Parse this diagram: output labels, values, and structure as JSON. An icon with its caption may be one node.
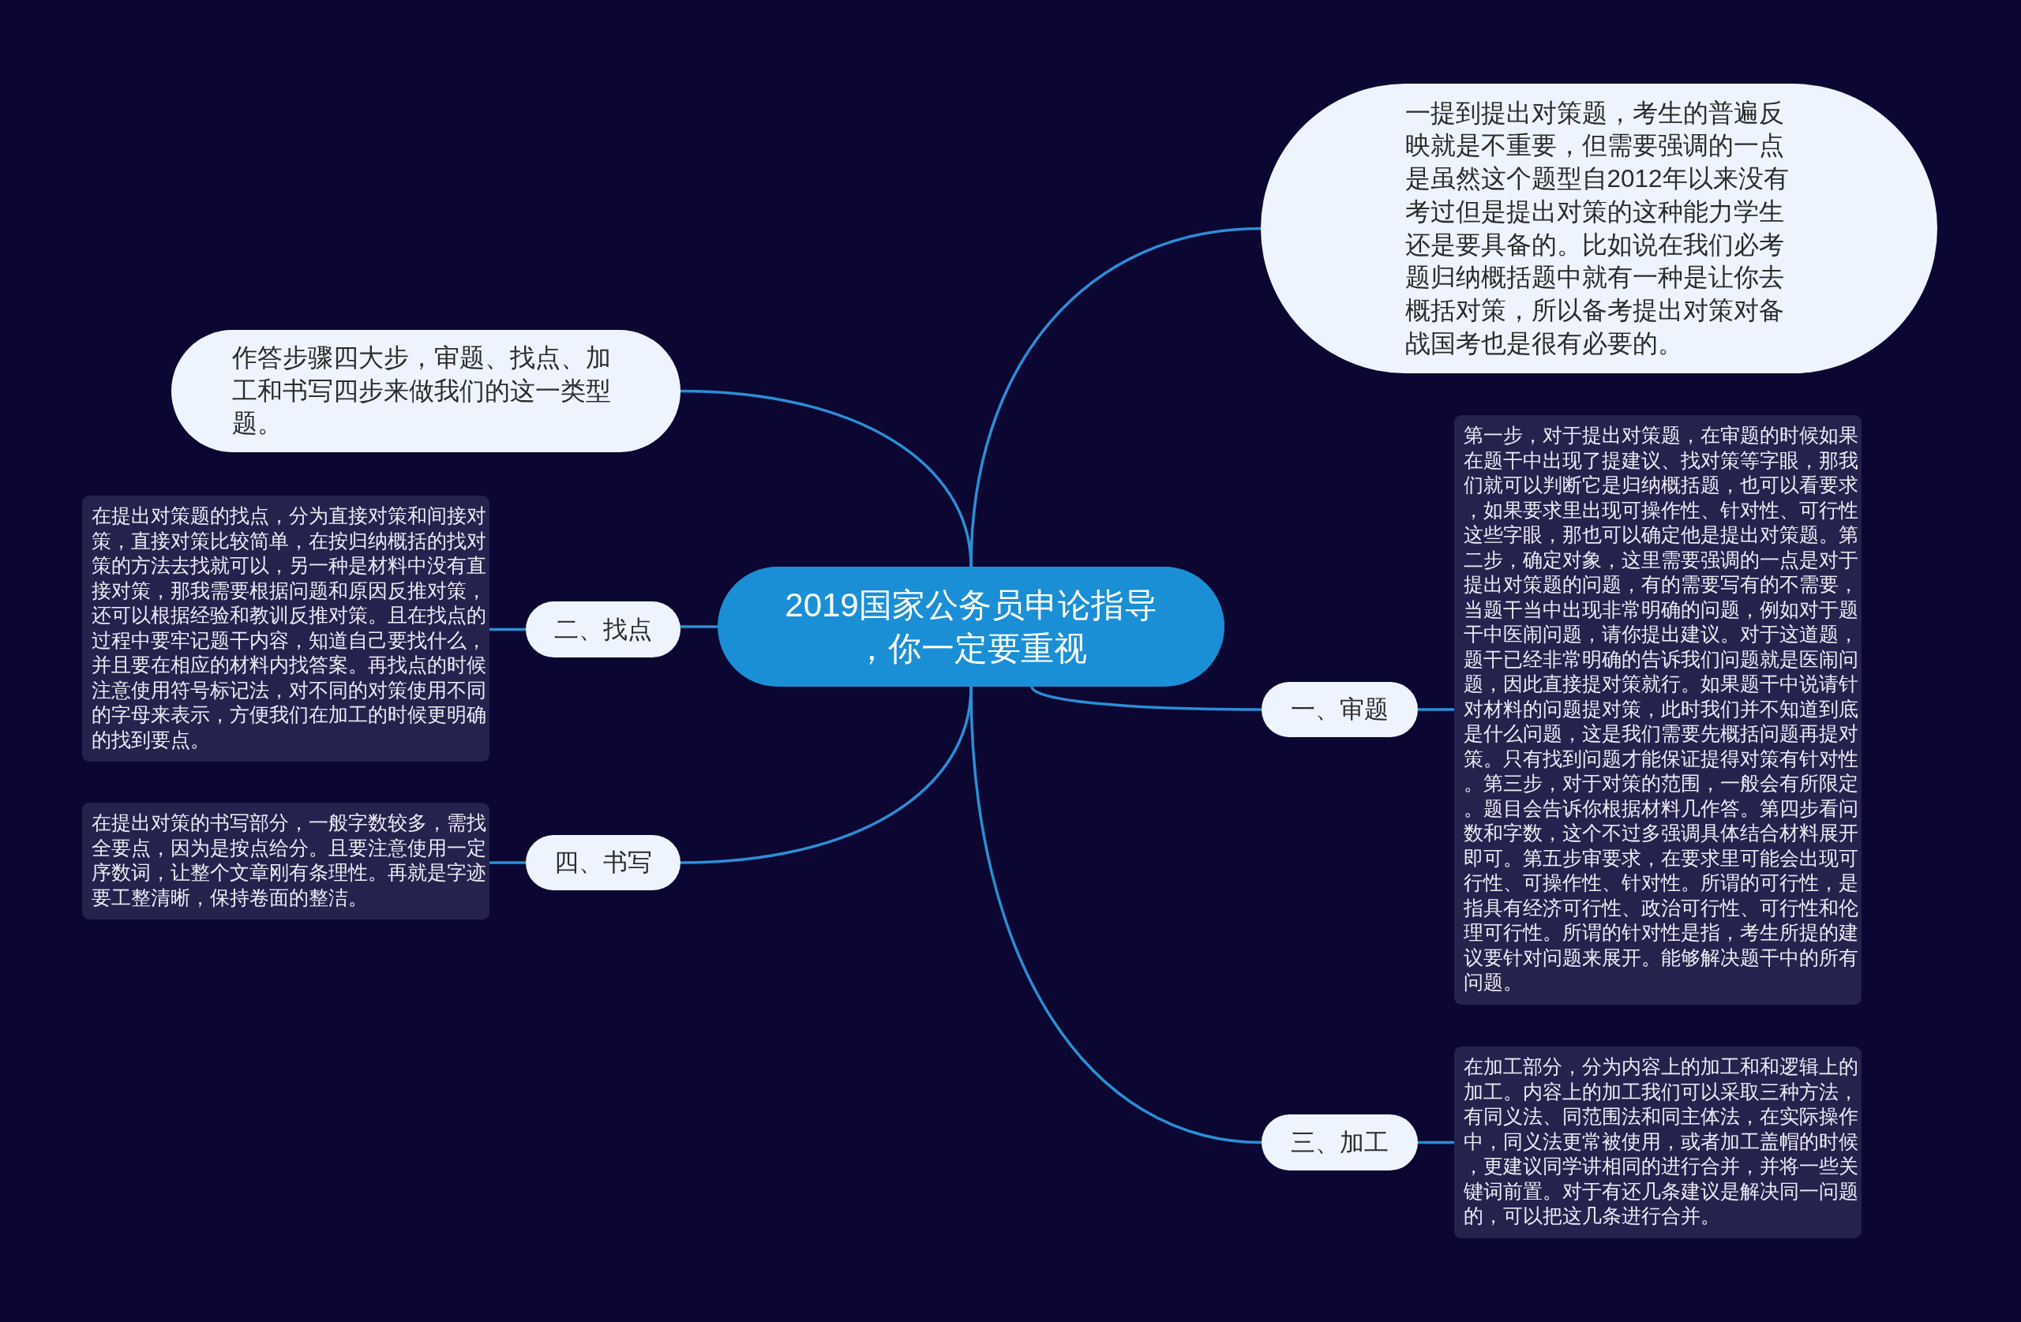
{
  "diagram": {
    "nodes": [
      {
        "text": [
          "2019国家公务员申论指导，你一定要重视"
        ]
      },
      {
        "text": [
          "一提到提出对策题，考生的普遍反映就是不重要，但需要强调的一点是虽然这个题型自2012年以来没有考过但是提出对策的这种能力学生还是要具备的。比如说在我们必考题归纳概括题中就有一种是让你去概括对策，所以备考提出对策对备战国考也是很有必要的。"
        ]
      },
      {
        "text": [
          "作答步骤四大步，审题、找点、加工和书写四步来做我们的这一类型题。"
        ]
      },
      {
        "text": [
          "二、找点"
        ]
      },
      {
        "text": [
          "在提出对策题的找点，分为直接对策和间接对策，直接对策比较简单，在按归纳概括的找对策的方法去找就可以，另一种是材料中没有直接对策，那我需要根据问题和原因反推对策，还可以根据经验和教训反推对策。且在找点的过程中要牢记题干内容，知道自己要找什么，并且要在相应的材料内找答案。再找点的时候注意使用符号标记法，对不同的对策使用不同的字母来表示，方便我们在加工的时候更明确的找到要点。"
        ]
      },
      {
        "text": [
          "四、书写"
        ]
      },
      {
        "text": [
          "在提出对策的书写部分，一般字数较多，需找全要点，因为是按点给分。且要注意使用一定序数词，让整个文章刚有条理性。再就是字迹要工整清晰，保持卷面的整洁。"
        ]
      },
      {
        "text": [
          "一、审题"
        ]
      },
      {
        "text": [
          "第一步，对于提出对策题，在审题的时候如果在题干中出现了提建议、找对策等字眼，那我们就可以判断它是归纳概括题，也可以看要求，如果要求里出现可操作性、针对性、可行性这些字眼，那也可以确定他是提出对策题。第二步，确定对象，这里需要强调的一点是对于提出对策题的问题，有的需要写有的不需要，当题干当中出现非常明确的问题，例如对于题干中医闹问题，请你提出建议。对于这道题，题干已经非常明确的告诉我们问题就是医闹问题，因此直接提对策就行。如果题干中说请针对材料的问题提对策，此时我们并不知道到底是什么问题，这是我们需要先概括问题再提对策。只有找到问题才能保证提得对策有针对性。第三步，对于对策的范围，一般会有所限定。题目会告诉你根据材料几作答。第四步看问数和字数，这个不过多强调具体结合材料展开即可。第五步审要求，在要求里可能会出现可行性、可操作性、针对性。所谓的可行性，是指具有经济可行性、政治可行性、可行性和伦理可行性。所谓的针对性是指，考生所提的建议要针对问题来展开。能够解决题干中的所有问题。"
        ]
      },
      {
        "text": [
          "三、加工"
        ]
      },
      {
        "text": [
          "在加工部分，分为内容上的加工和和逻辑上的加工。内容上的加工我们可以采取三种方法，有同义法、同范围法和同主体法，在实际操作中，同义法更常被使用，或者加工盖帽的时候，更建议同学讲相同的进行合并，并将一些关键词前置。对于有还几条建议是解决同一问题的，可以把这几条进行合并。"
        ]
      }
    ],
    "edges": [
      {
        "from": 0,
        "to": 1,
        "arrow": "none"
      },
      {
        "from": 0,
        "to": 2,
        "arrow": "none"
      },
      {
        "from": 0,
        "to": 3,
        "arrow": "none"
      },
      {
        "from": 3,
        "to": 4,
        "arrow": "none"
      },
      {
        "from": 0,
        "to": 5,
        "arrow": "none"
      },
      {
        "from": 5,
        "to": 6,
        "arrow": "none"
      },
      {
        "from": 0,
        "to": 7,
        "arrow": "none"
      },
      {
        "from": 7,
        "to": 8,
        "arrow": "none"
      },
      {
        "from": 0,
        "to": 9,
        "arrow": "none"
      },
      {
        "from": 9,
        "to": 10,
        "arrow": "none"
      }
    ]
  }
}
